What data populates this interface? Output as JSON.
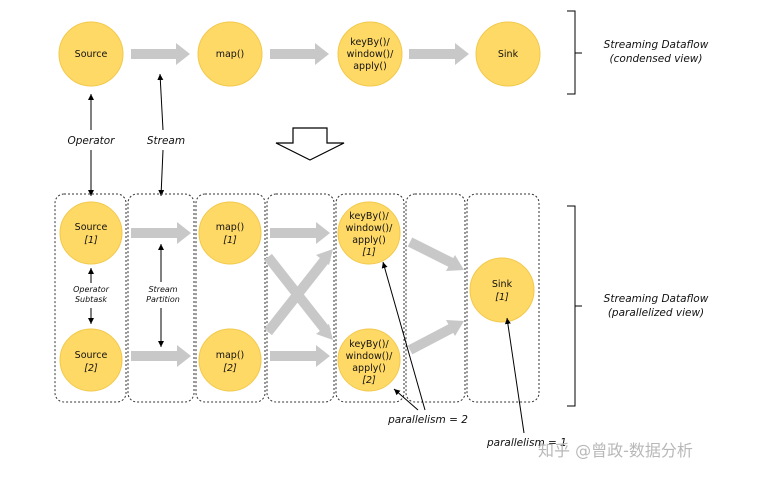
{
  "colors": {
    "node_fill": "#ffd966",
    "node_stroke": "#f2c94c",
    "stream_arrow": "#c8c8c8",
    "pointer": "#000000",
    "dotted_box": "#333333"
  },
  "condensed": {
    "nodes": [
      {
        "lines": [
          "Source"
        ]
      },
      {
        "lines": [
          "map()"
        ]
      },
      {
        "lines": [
          "keyBy()/",
          "window()/",
          "apply()"
        ]
      },
      {
        "lines": [
          "Sink"
        ]
      }
    ],
    "view_label": [
      "Streaming Dataflow",
      "(condensed view)"
    ]
  },
  "annotations": {
    "operator": "Operator",
    "stream": "Stream",
    "operator_subtask": [
      "Operator",
      "Subtask"
    ],
    "stream_partition": [
      "Stream",
      "Partition"
    ],
    "parallelism_2": "parallelism = 2",
    "parallelism_1": "parallelism = 1"
  },
  "parallel": {
    "source_1": [
      "Source",
      "[1]"
    ],
    "source_2": [
      "Source",
      "[2]"
    ],
    "map_1": [
      "map()",
      "[1]"
    ],
    "map_2": [
      "map()",
      "[2]"
    ],
    "keyby_1": [
      "keyBy()/",
      "window()/",
      "apply()",
      "[1]"
    ],
    "keyby_2": [
      "keyBy()/",
      "window()/",
      "apply()",
      "[2]"
    ],
    "sink_1": [
      "Sink",
      "[1]"
    ],
    "view_label": [
      "Streaming Dataflow",
      "(parallelized view)"
    ]
  },
  "watermark": "知乎 @曾政-数据分析"
}
